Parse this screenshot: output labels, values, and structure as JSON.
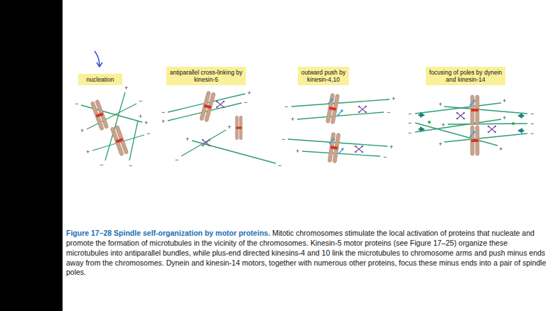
{
  "diagram": {
    "title": "Figure 17–28 Spindle self-organization by motor proteins.",
    "caption": "Mitotic chromosomes stimulate the local activation of proteins that nucleate and promote the formation of microtubules in the vicinity of the chromosomes. Kinesin-5 motor proteins (see Figure 17–25) organize these microtubules into antiparallel bundles, while plus-end directed kinesins-4 and 10 link the microtubules to chromosome arms and push minus ends away from the chromosomes. Dynein and kinesin-14 motors, together with numerous other proteins, focus these minus ends into a pair of spindle poles.",
    "nodes": [
      {
        "text": [
          "nucleation"
        ]
      },
      {
        "text": [
          "antiparallel cross-linking by kinesin-5"
        ]
      },
      {
        "text": [
          "outward push by kinesin-4,10"
        ]
      },
      {
        "text": [
          "focusing of poles by dynein and kinesin-14"
        ]
      }
    ],
    "labels": [
      "−",
      "+",
      "+",
      "−",
      "−",
      "+",
      "+",
      "−",
      "−",
      "+",
      "−",
      "+",
      "+",
      "−",
      "−",
      "+",
      "+",
      "−",
      "−",
      "+",
      "+",
      "−",
      "−",
      "+",
      "+",
      "−",
      "−",
      "+",
      "−",
      "+",
      "−",
      "+",
      "−",
      "+",
      "−",
      "+",
      "−",
      "+"
    ]
  }
}
